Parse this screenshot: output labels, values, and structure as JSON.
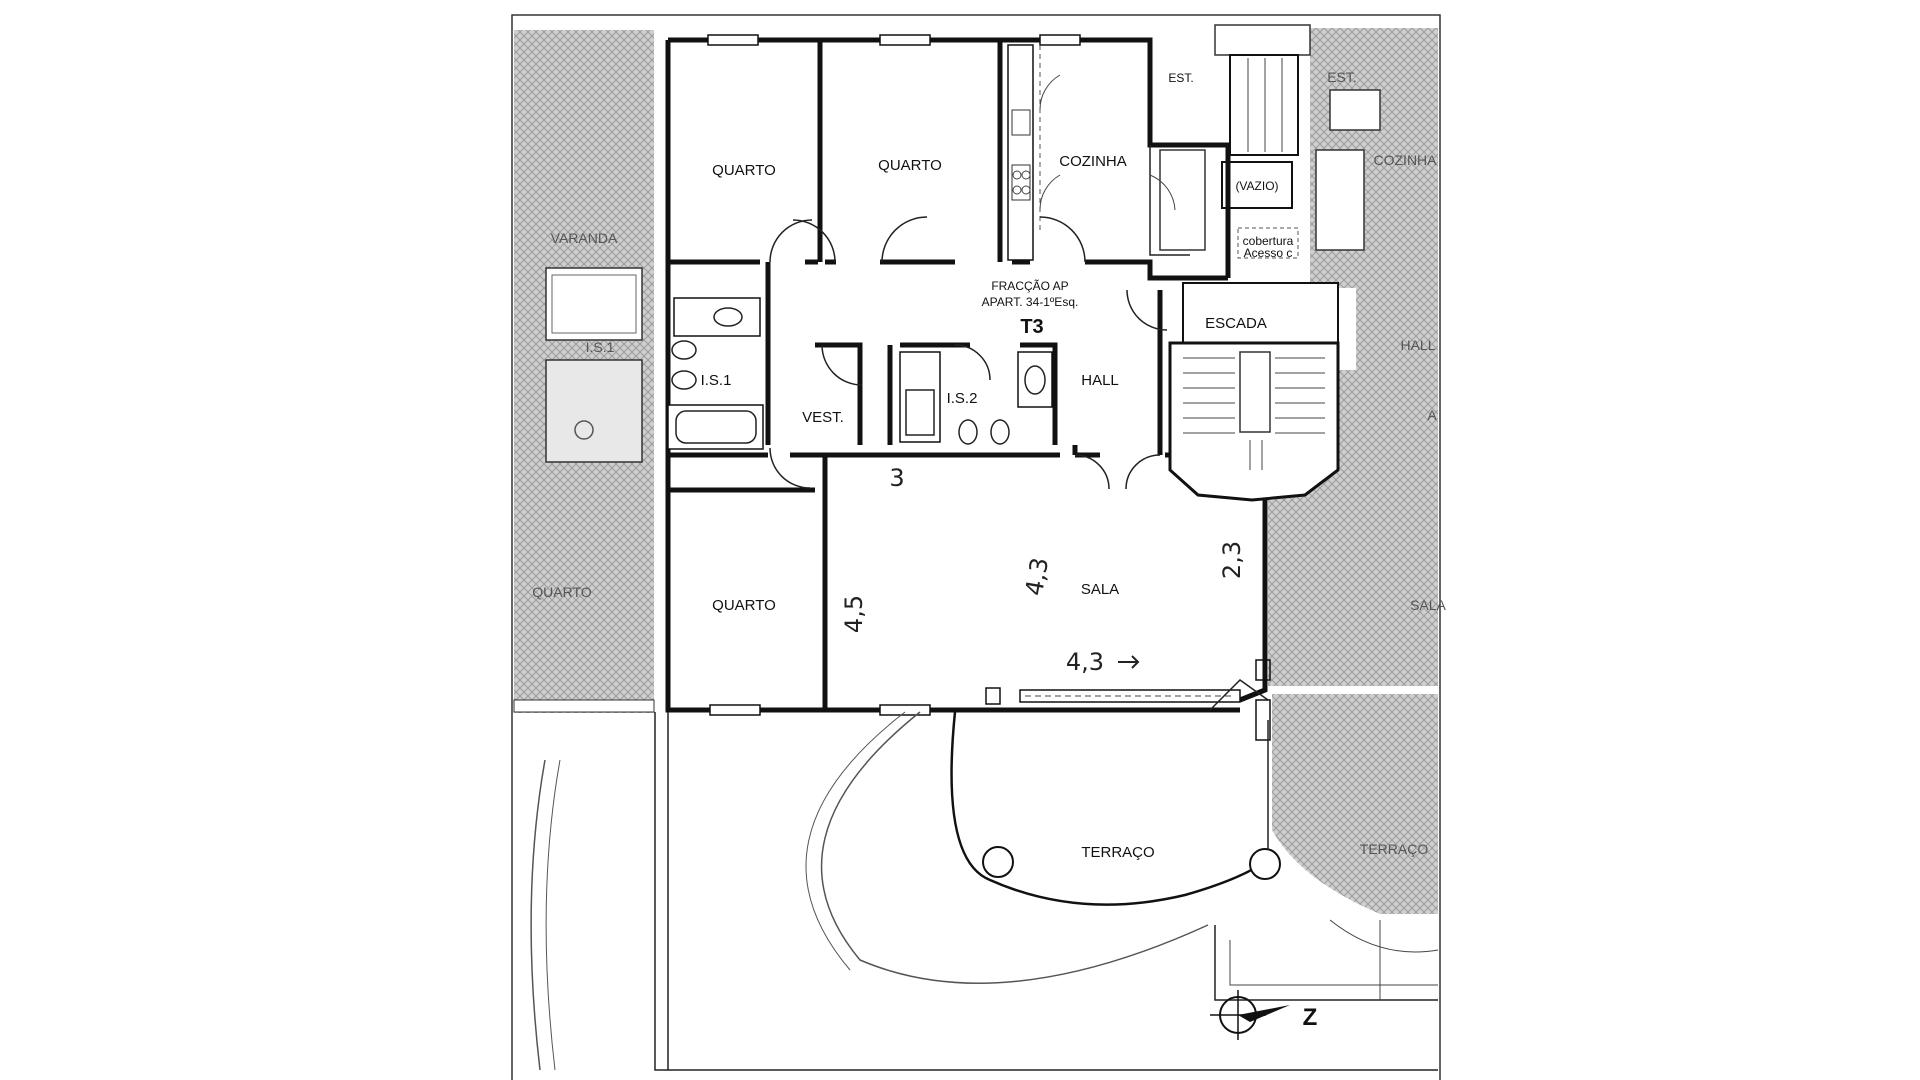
{
  "plan": {
    "rooms": {
      "quarto_nw": "QUARTO",
      "quarto_n": "QUARTO",
      "cozinha": "COZINHA",
      "est": "EST.",
      "vazio": "(VAZIO)",
      "cobertura_1": "cobertura",
      "cobertura_2": "Acesso c",
      "fraccao_1": "FRACÇÃO AP",
      "fraccao_2": "APART. 34-1ºEsq.",
      "tipologia": "T3",
      "escada": "ESCADA",
      "is1": "I.S.1",
      "vest": "VEST.",
      "is2": "I.S.2",
      "hall": "HALL",
      "quarto_sw": "QUARTO",
      "sala": "SALA",
      "terraco": "TERRAÇO"
    },
    "neighbor": {
      "varanda": "VARANDA",
      "is1": "I.S.1",
      "quarto": "QUARTO",
      "est": "EST.",
      "cozinha": "COZINHA",
      "hall": "HALL",
      "sala": "SALA",
      "terraco": "TERRAÇO",
      "a": "A"
    },
    "dimensions": {
      "hall_top": "3",
      "sala_side": "4,5",
      "sala_bottom": "4,3",
      "sala_right": "2,3",
      "sala_center": "4,3"
    },
    "north_label": "Z"
  }
}
